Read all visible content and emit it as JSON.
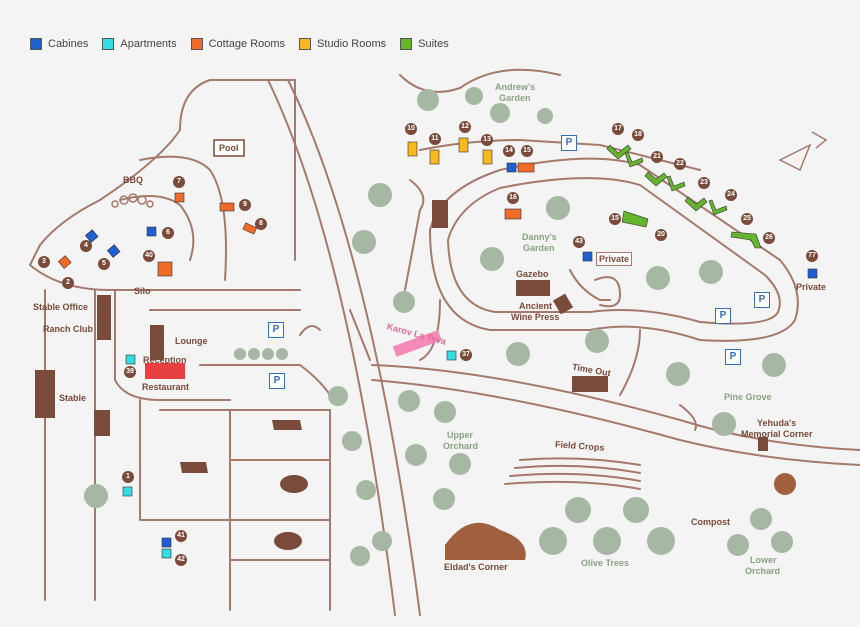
{
  "legend": [
    {
      "label": "Cabines",
      "color": "#1f5fd1"
    },
    {
      "label": "Apartments",
      "color": "#33dde0"
    },
    {
      "label": "Cottage Rooms",
      "color": "#f06a2a"
    },
    {
      "label": "Studio Rooms",
      "color": "#f8b820"
    },
    {
      "label": "Suites",
      "color": "#66b32e"
    }
  ],
  "places": {
    "pool": "Pool",
    "bbq": "BBQ",
    "silo": "Silo",
    "stable_office": "Stable Office",
    "ranch_club": "Ranch Club",
    "lounge": "Lounge",
    "reception": "Reception",
    "restaurant": "Restaurant",
    "stable": "Stable",
    "andrews_garden_1": "Andrew's",
    "andrews_garden_2": "Garden",
    "dannys_garden_1": "Danny's",
    "dannys_garden_2": "Garden",
    "gazebo": "Gazebo",
    "wine_press_1": "Ancient",
    "wine_press_2": "Wine Press",
    "private_1": "Private",
    "private_2": "Private",
    "karov": "Karov La Teva",
    "time_out": "Time Out",
    "pine_grove": "Pine Grove",
    "yehuda_1": "Yehuda's",
    "yehuda_2": "Memorial Corner",
    "upper_orchard_1": "Upper",
    "upper_orchard_2": "Orchard",
    "field_crops": "Field Crops",
    "compost": "Compost",
    "eldads_corner": "Eldad's Corner",
    "olive_trees": "Olive Trees",
    "lower_orchard_1": "Lower",
    "lower_orchard_2": "Orchard"
  },
  "markers": [
    "1",
    "2",
    "3",
    "4",
    "5",
    "6",
    "7",
    "8",
    "9",
    "10",
    "11",
    "12",
    "13",
    "14",
    "15",
    "15",
    "16",
    "17",
    "18",
    "20",
    "21",
    "22",
    "23",
    "24",
    "25",
    "26",
    "37",
    "39",
    "40",
    "41",
    "42",
    "43",
    "77"
  ],
  "parking_label": "P"
}
